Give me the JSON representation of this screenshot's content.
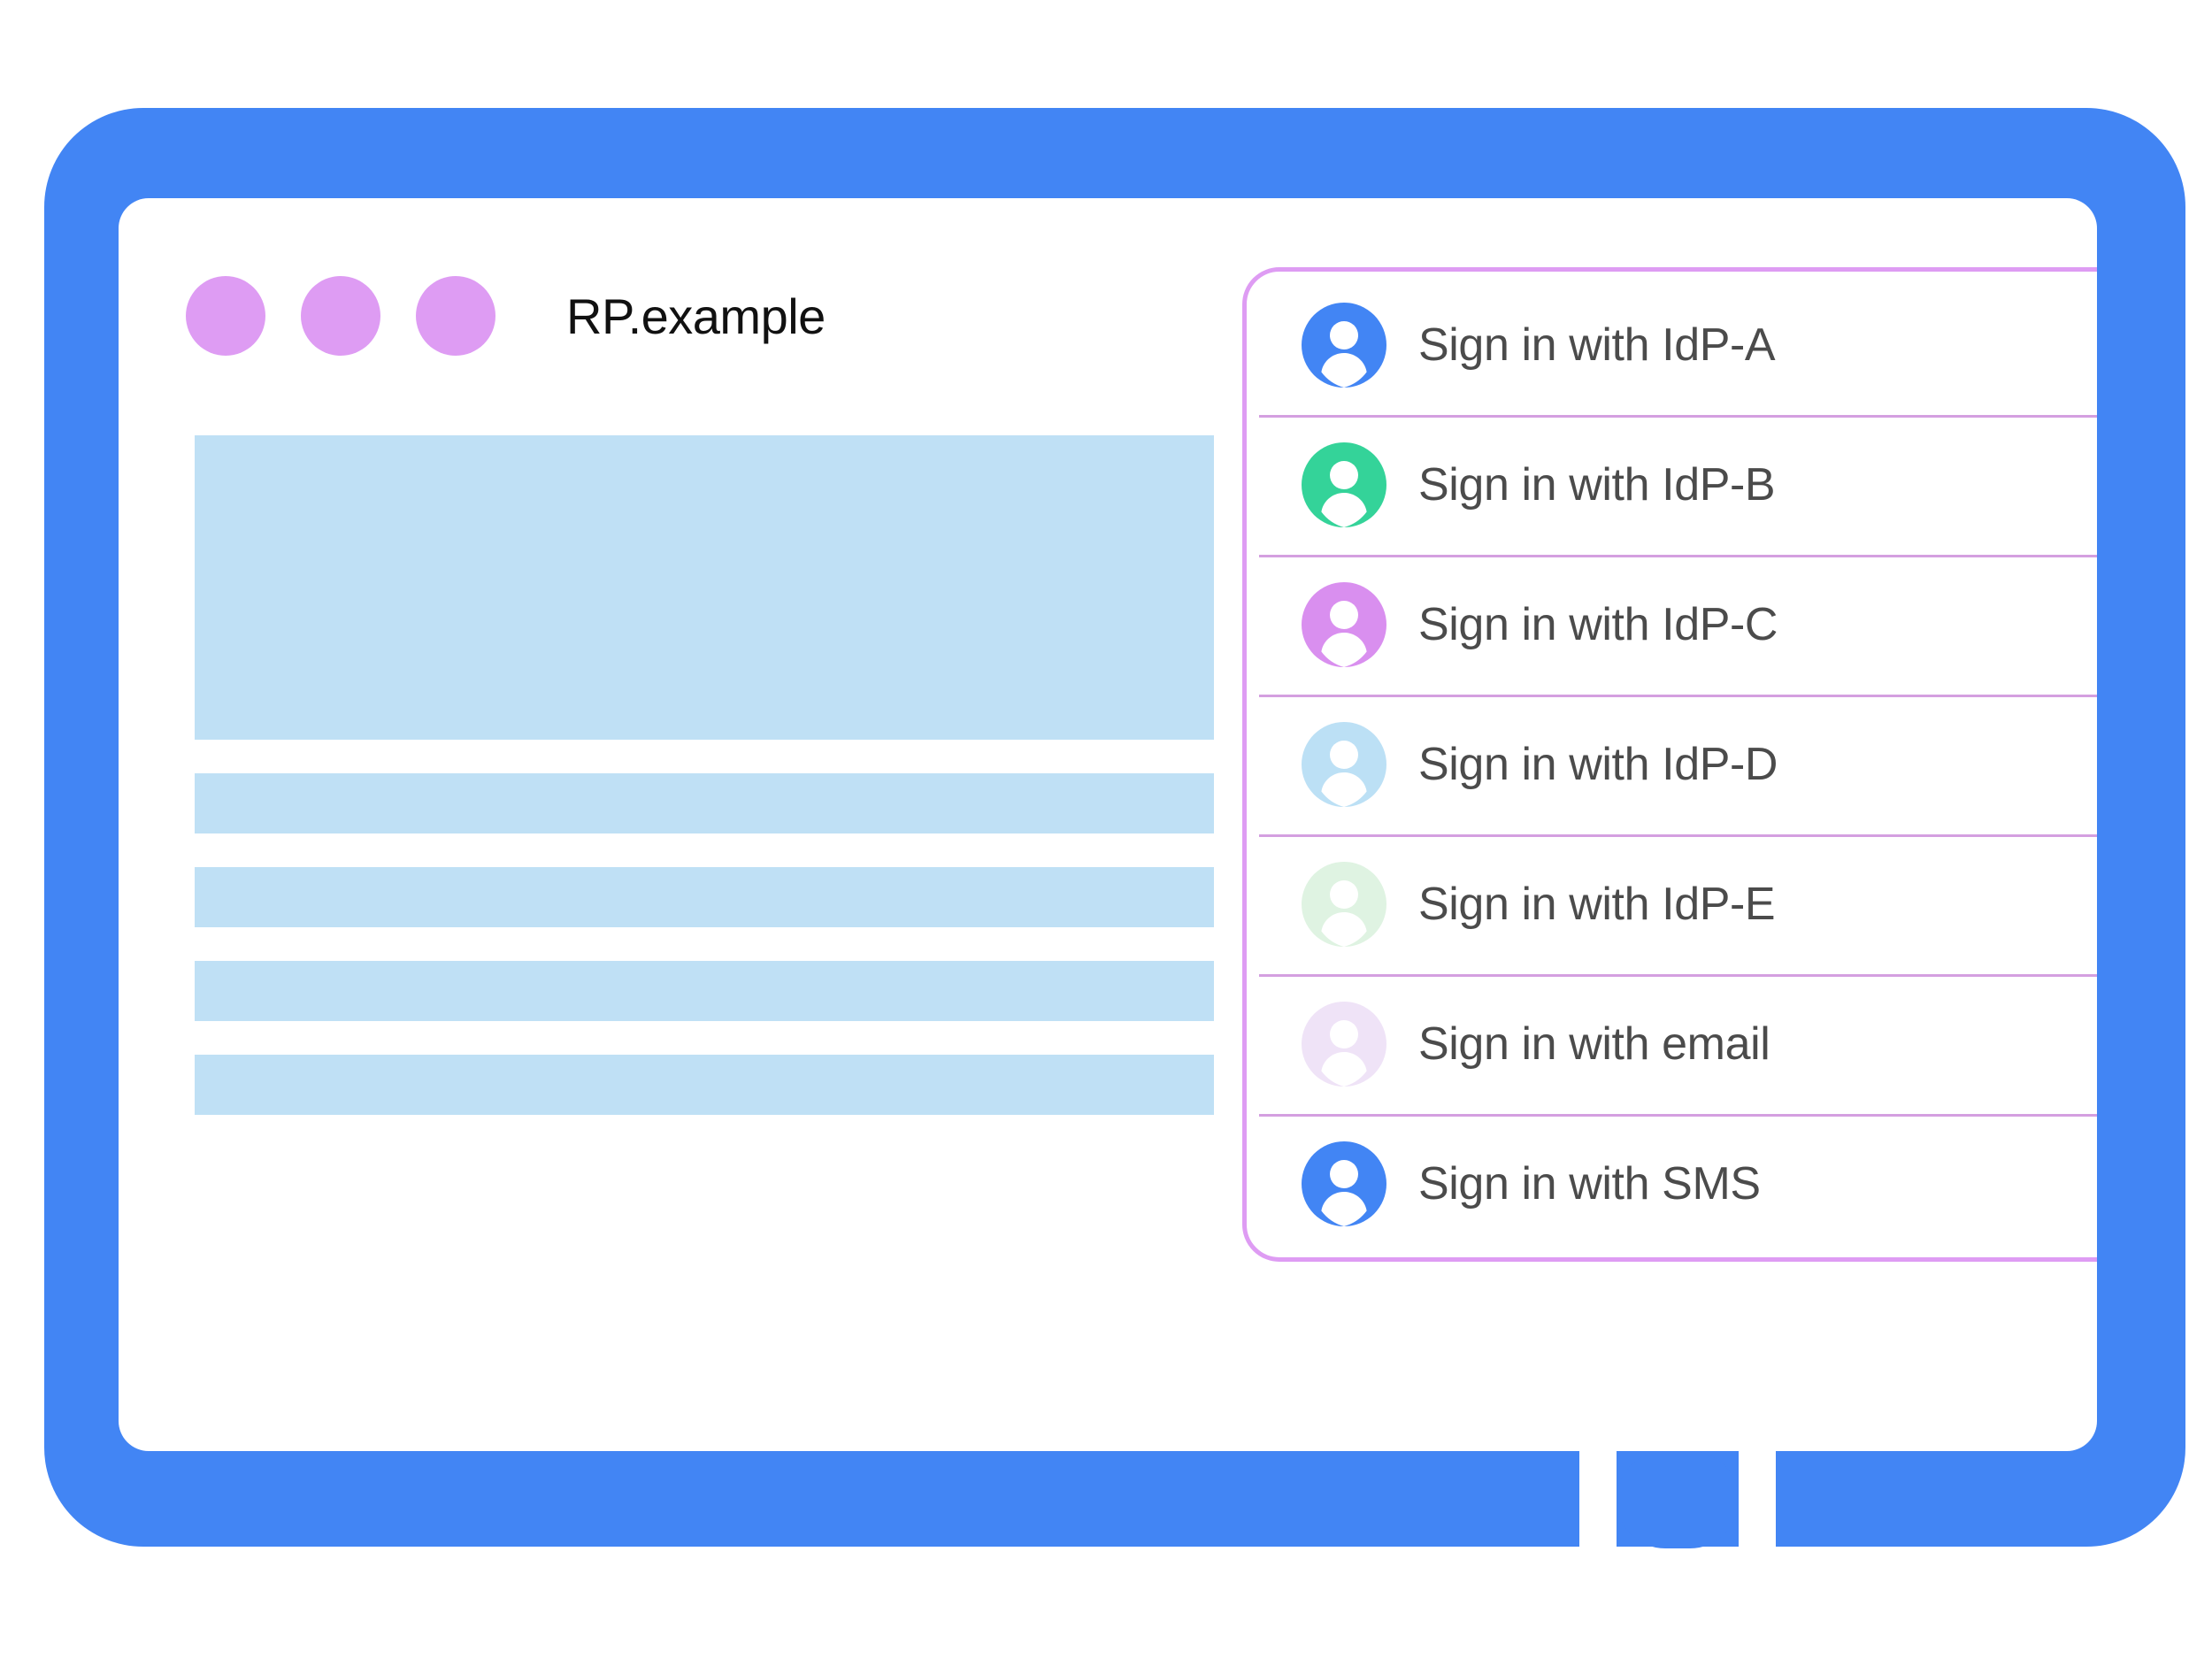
{
  "window": {
    "title": "RP.example",
    "traffic_dots": [
      "dot-1",
      "dot-2",
      "dot-3"
    ],
    "dot_color": "#DE9CF3",
    "frame_color": "#4285F4",
    "home_button_name": "home-button"
  },
  "content": {
    "placeholder_color": "#BFE0F5",
    "blocks": [
      {
        "name": "hero-placeholder-block",
        "kind": "hero"
      },
      {
        "name": "text-placeholder-bar-1",
        "kind": "bar"
      },
      {
        "name": "text-placeholder-bar-2",
        "kind": "bar"
      },
      {
        "name": "text-placeholder-bar-3",
        "kind": "bar"
      },
      {
        "name": "text-placeholder-bar-4",
        "kind": "bar"
      }
    ]
  },
  "signin_panel": {
    "border_color": "#DE9CF3",
    "divider_color": "#D49FE0",
    "label_color": "#4B4B4B",
    "options": [
      {
        "label": "Sign in with IdP-A",
        "icon": "account-avatar-icon",
        "avatar_color": "#4285F4"
      },
      {
        "label": "Sign in with IdP-B",
        "icon": "account-avatar-icon",
        "avatar_color": "#34D399"
      },
      {
        "label": "Sign in with IdP-C",
        "icon": "account-avatar-icon",
        "avatar_color": "#D98FEF"
      },
      {
        "label": "Sign in with IdP-D",
        "icon": "account-avatar-icon",
        "avatar_color": "#BCE0F5"
      },
      {
        "label": "Sign in with IdP-E",
        "icon": "account-avatar-icon",
        "avatar_color": "#DFF3E2"
      },
      {
        "label": "Sign in with email",
        "icon": "account-avatar-icon",
        "avatar_color": "#EFE3F7"
      },
      {
        "label": "Sign in with SMS",
        "icon": "account-avatar-icon",
        "avatar_color": "#4285F4"
      }
    ]
  }
}
